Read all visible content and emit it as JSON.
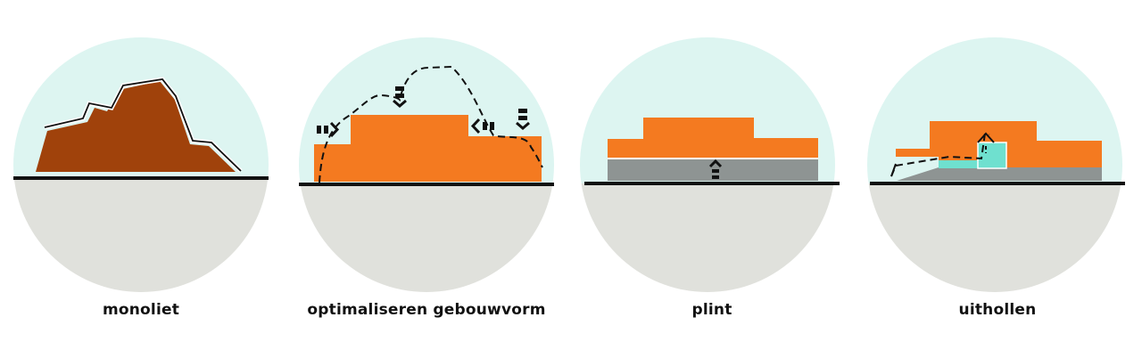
{
  "panels": [
    {
      "caption": "monoliet"
    },
    {
      "caption": "optimaliseren gebouwvorm"
    },
    {
      "caption": "plint"
    },
    {
      "caption": "uithollen"
    }
  ],
  "colors": {
    "sky": "#ddf5f1",
    "ground": "#e0e1dc",
    "rock": "#a0420b",
    "building": "#f47a20",
    "plinth": "#8e9493",
    "hollow": "#6fe0cf",
    "line": "#111111"
  },
  "icons": [
    "arrow-down-icon",
    "arrow-right-icon",
    "arrow-left-icon",
    "arrow-up-icon",
    "wind-path-line"
  ]
}
